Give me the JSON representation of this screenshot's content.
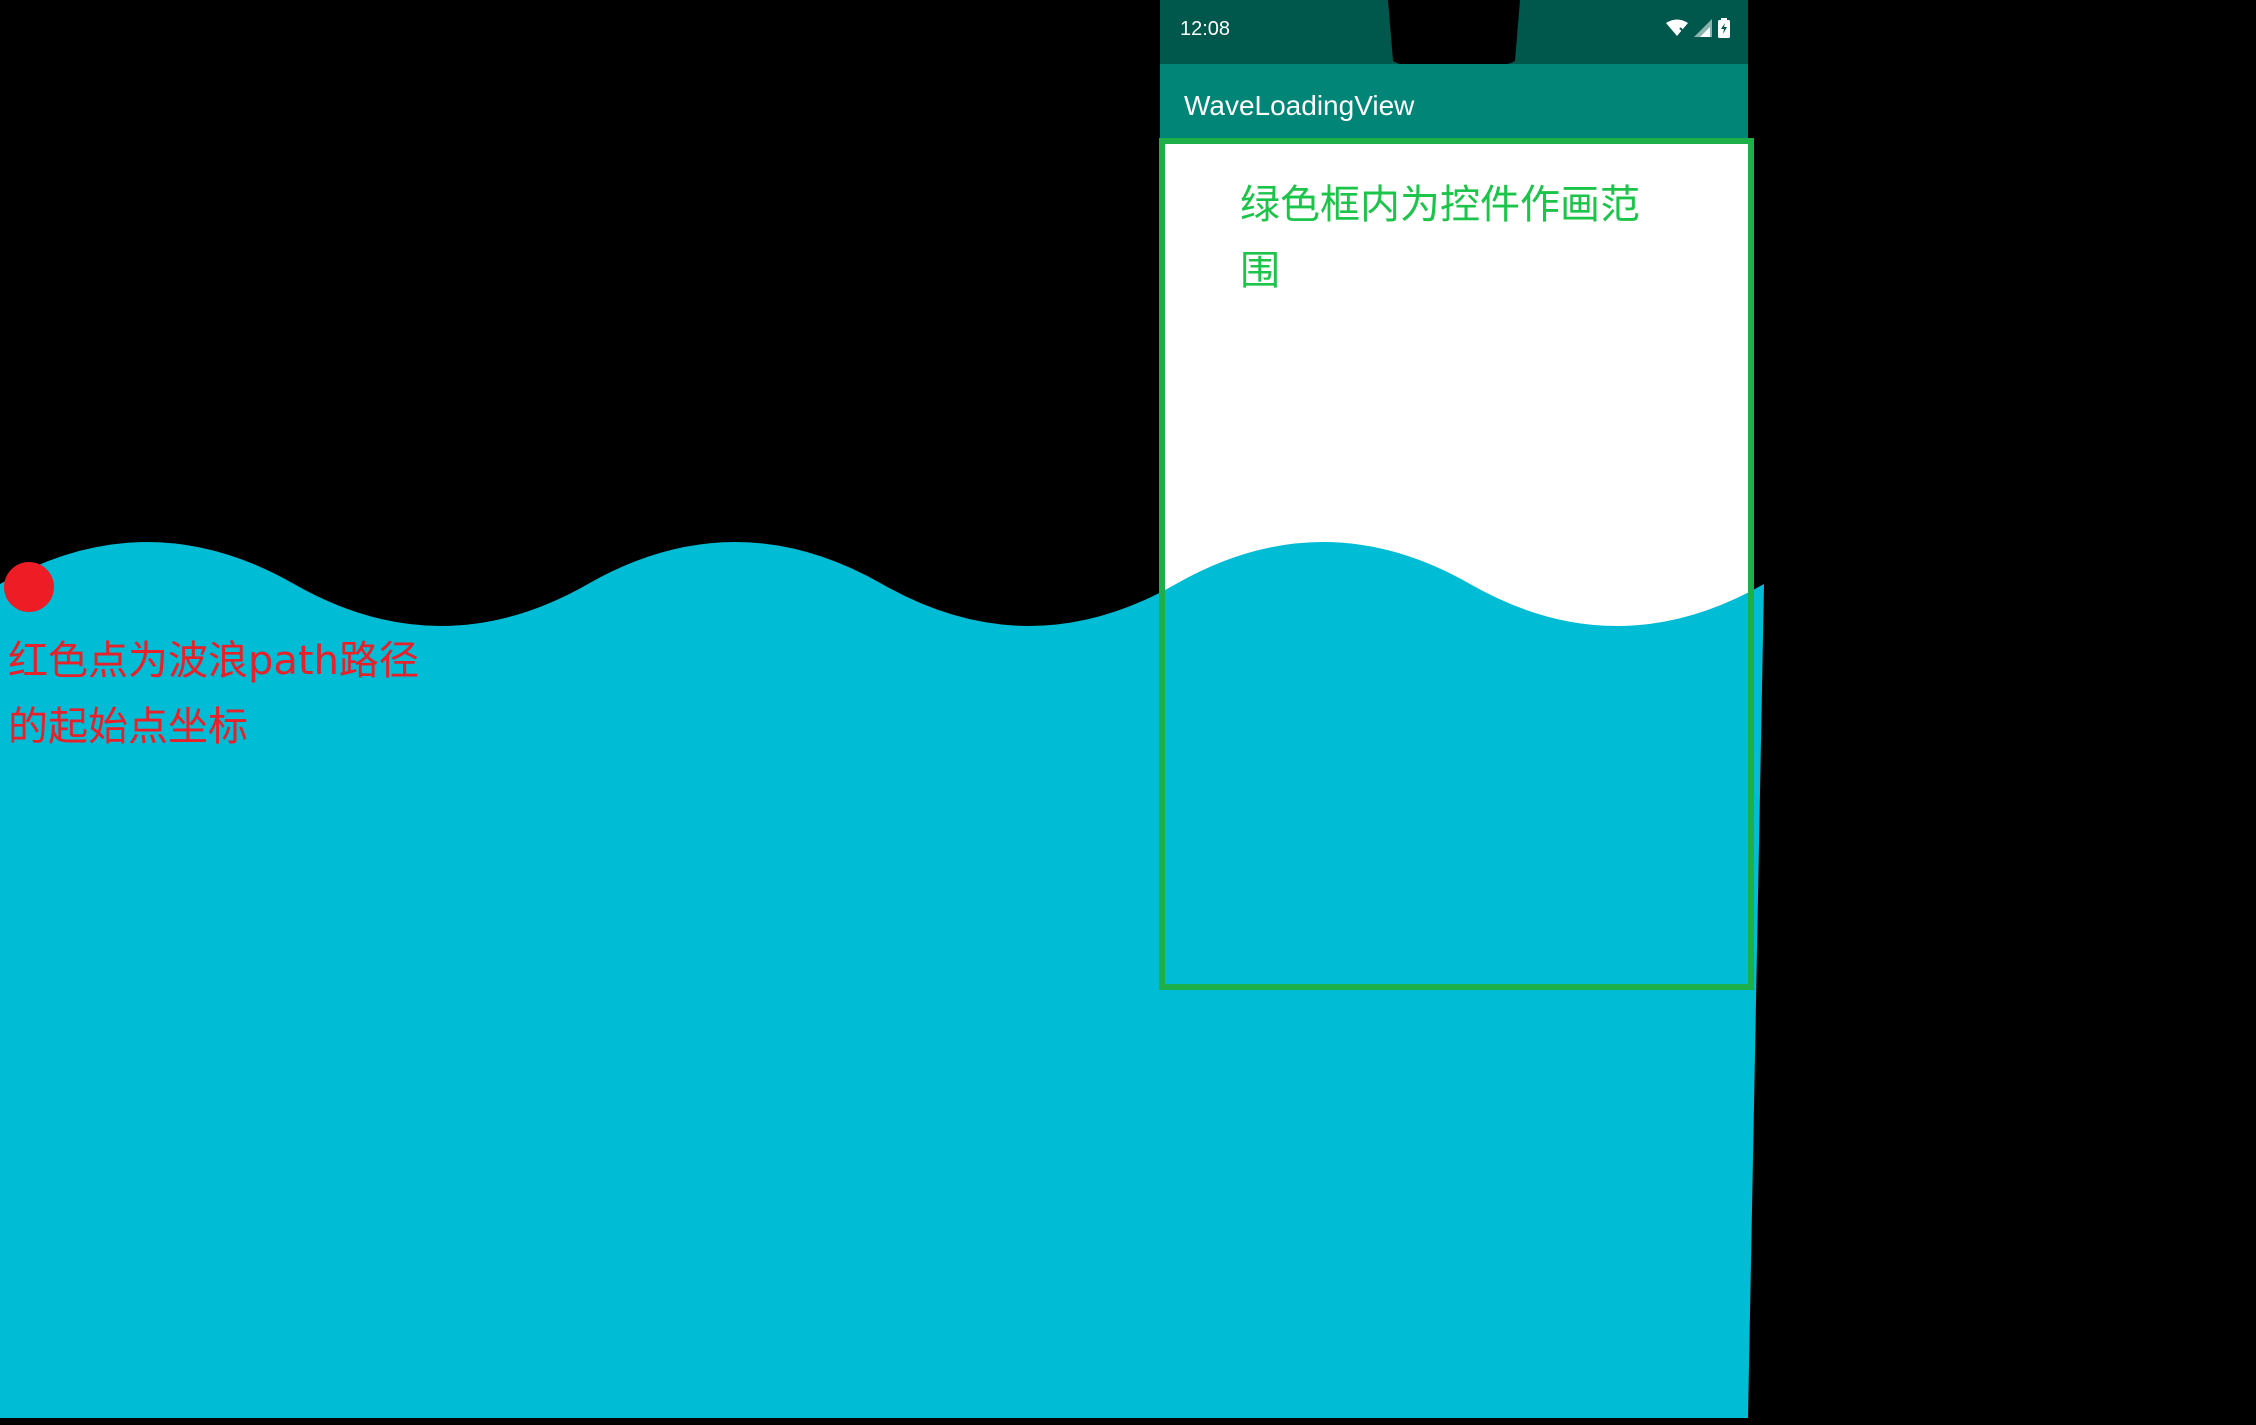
{
  "status_bar": {
    "time": "12:08",
    "icons": [
      "wifi-icon",
      "signal-icon",
      "battery-icon"
    ],
    "color": "#00574B"
  },
  "toolbar": {
    "title": "WaveLoadingView",
    "color": "#008577"
  },
  "canvas": {
    "background": "#000000",
    "wave_color": "#00BCD4",
    "drawing_area_color": "#FFFFFF",
    "frame_color": "#1DB04A"
  },
  "annotations": {
    "green_frame_note": "绿色框内为控件作画范围",
    "red_dot_note": "红色点为波浪path路径的起始点坐标",
    "red_dot_color": "#EE1C25"
  }
}
